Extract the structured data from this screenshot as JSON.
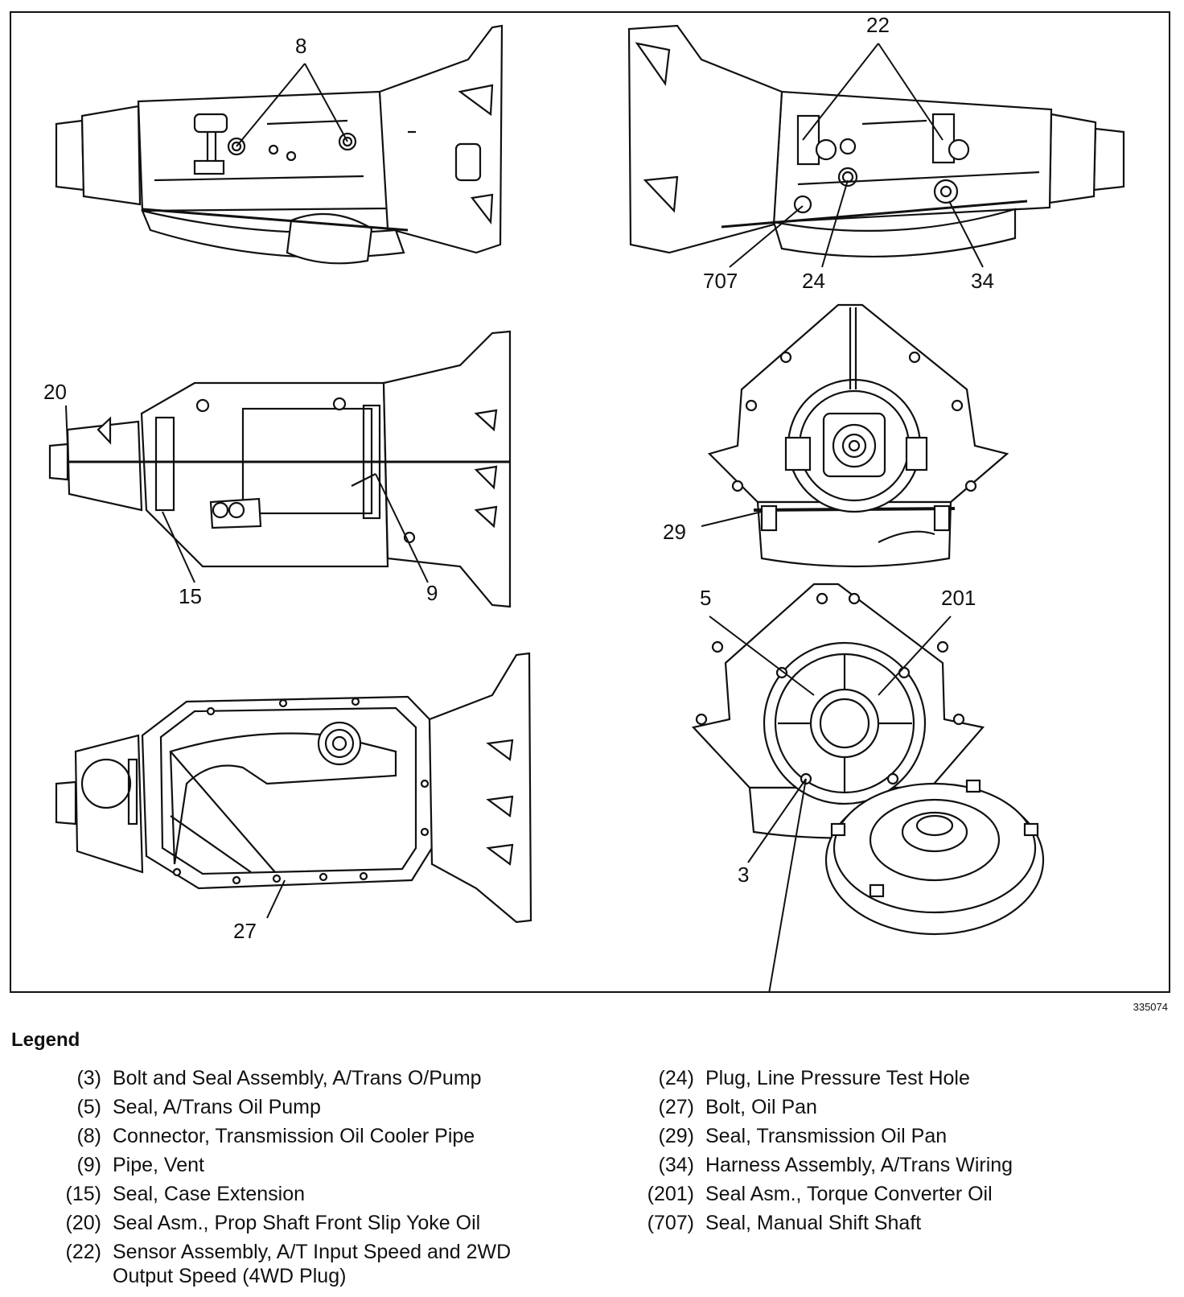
{
  "callouts": {
    "c8": "8",
    "c22": "22",
    "c707": "707",
    "c24": "24",
    "c34": "34",
    "c20": "20",
    "c15": "15",
    "c9": "9",
    "c29": "29",
    "c5": "5",
    "c201": "201",
    "c27": "27",
    "c3": "3"
  },
  "figure_number": "335074",
  "legend": {
    "title": "Legend",
    "items_left": [
      {
        "num": "(3)",
        "text": "Bolt and Seal Assembly, A/Trans O/Pump"
      },
      {
        "num": "(5)",
        "text": "Seal, A/Trans Oil Pump"
      },
      {
        "num": "(8)",
        "text": "Connector, Transmission Oil Cooler Pipe"
      },
      {
        "num": "(9)",
        "text": "Pipe, Vent"
      },
      {
        "num": "(15)",
        "text": "Seal, Case Extension"
      },
      {
        "num": "(20)",
        "text": "Seal Asm., Prop Shaft Front Slip Yoke Oil"
      },
      {
        "num": "(22)",
        "text": "Sensor Assembly, A/T Input Speed and 2WD Output Speed (4WD Plug)"
      }
    ],
    "items_right": [
      {
        "num": "(24)",
        "text": "Plug, Line Pressure Test Hole"
      },
      {
        "num": "(27)",
        "text": "Bolt, Oil Pan"
      },
      {
        "num": "(29)",
        "text": "Seal, Transmission Oil Pan"
      },
      {
        "num": "(34)",
        "text": "Harness Assembly, A/Trans Wiring"
      },
      {
        "num": "(201)",
        "text": "Seal Asm., Torque Converter Oil"
      },
      {
        "num": "(707)",
        "text": "Seal, Manual Shift Shaft"
      }
    ]
  }
}
